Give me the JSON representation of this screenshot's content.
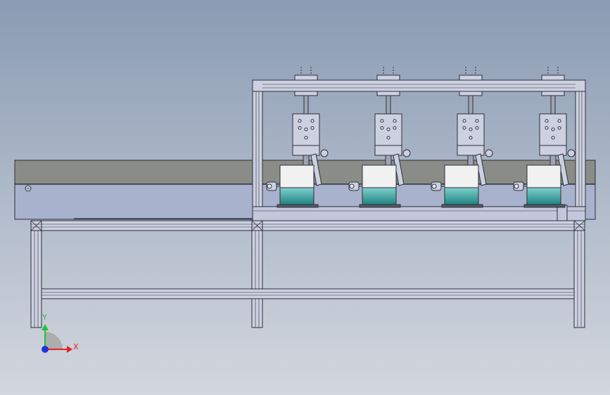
{
  "viewport": {
    "background_top": "#8a9bb3",
    "background_bottom": "#d3d7de"
  },
  "model": {
    "frame_fill": "#ccd0e0",
    "frame_stroke": "#2b2f3a",
    "bed_top_fill": "#8a8d87",
    "bed_front_fill": "#a9b2cc",
    "body_fill": "#f1f1f1",
    "band_color_light": "#7fd0cc",
    "band_color_dark": "#1f8483",
    "station_count": 4
  },
  "triad": {
    "x_label": "X",
    "y_label": "Y",
    "x_color": "#e32222",
    "y_color": "#1fc43a",
    "z_color": "#2233dd"
  }
}
